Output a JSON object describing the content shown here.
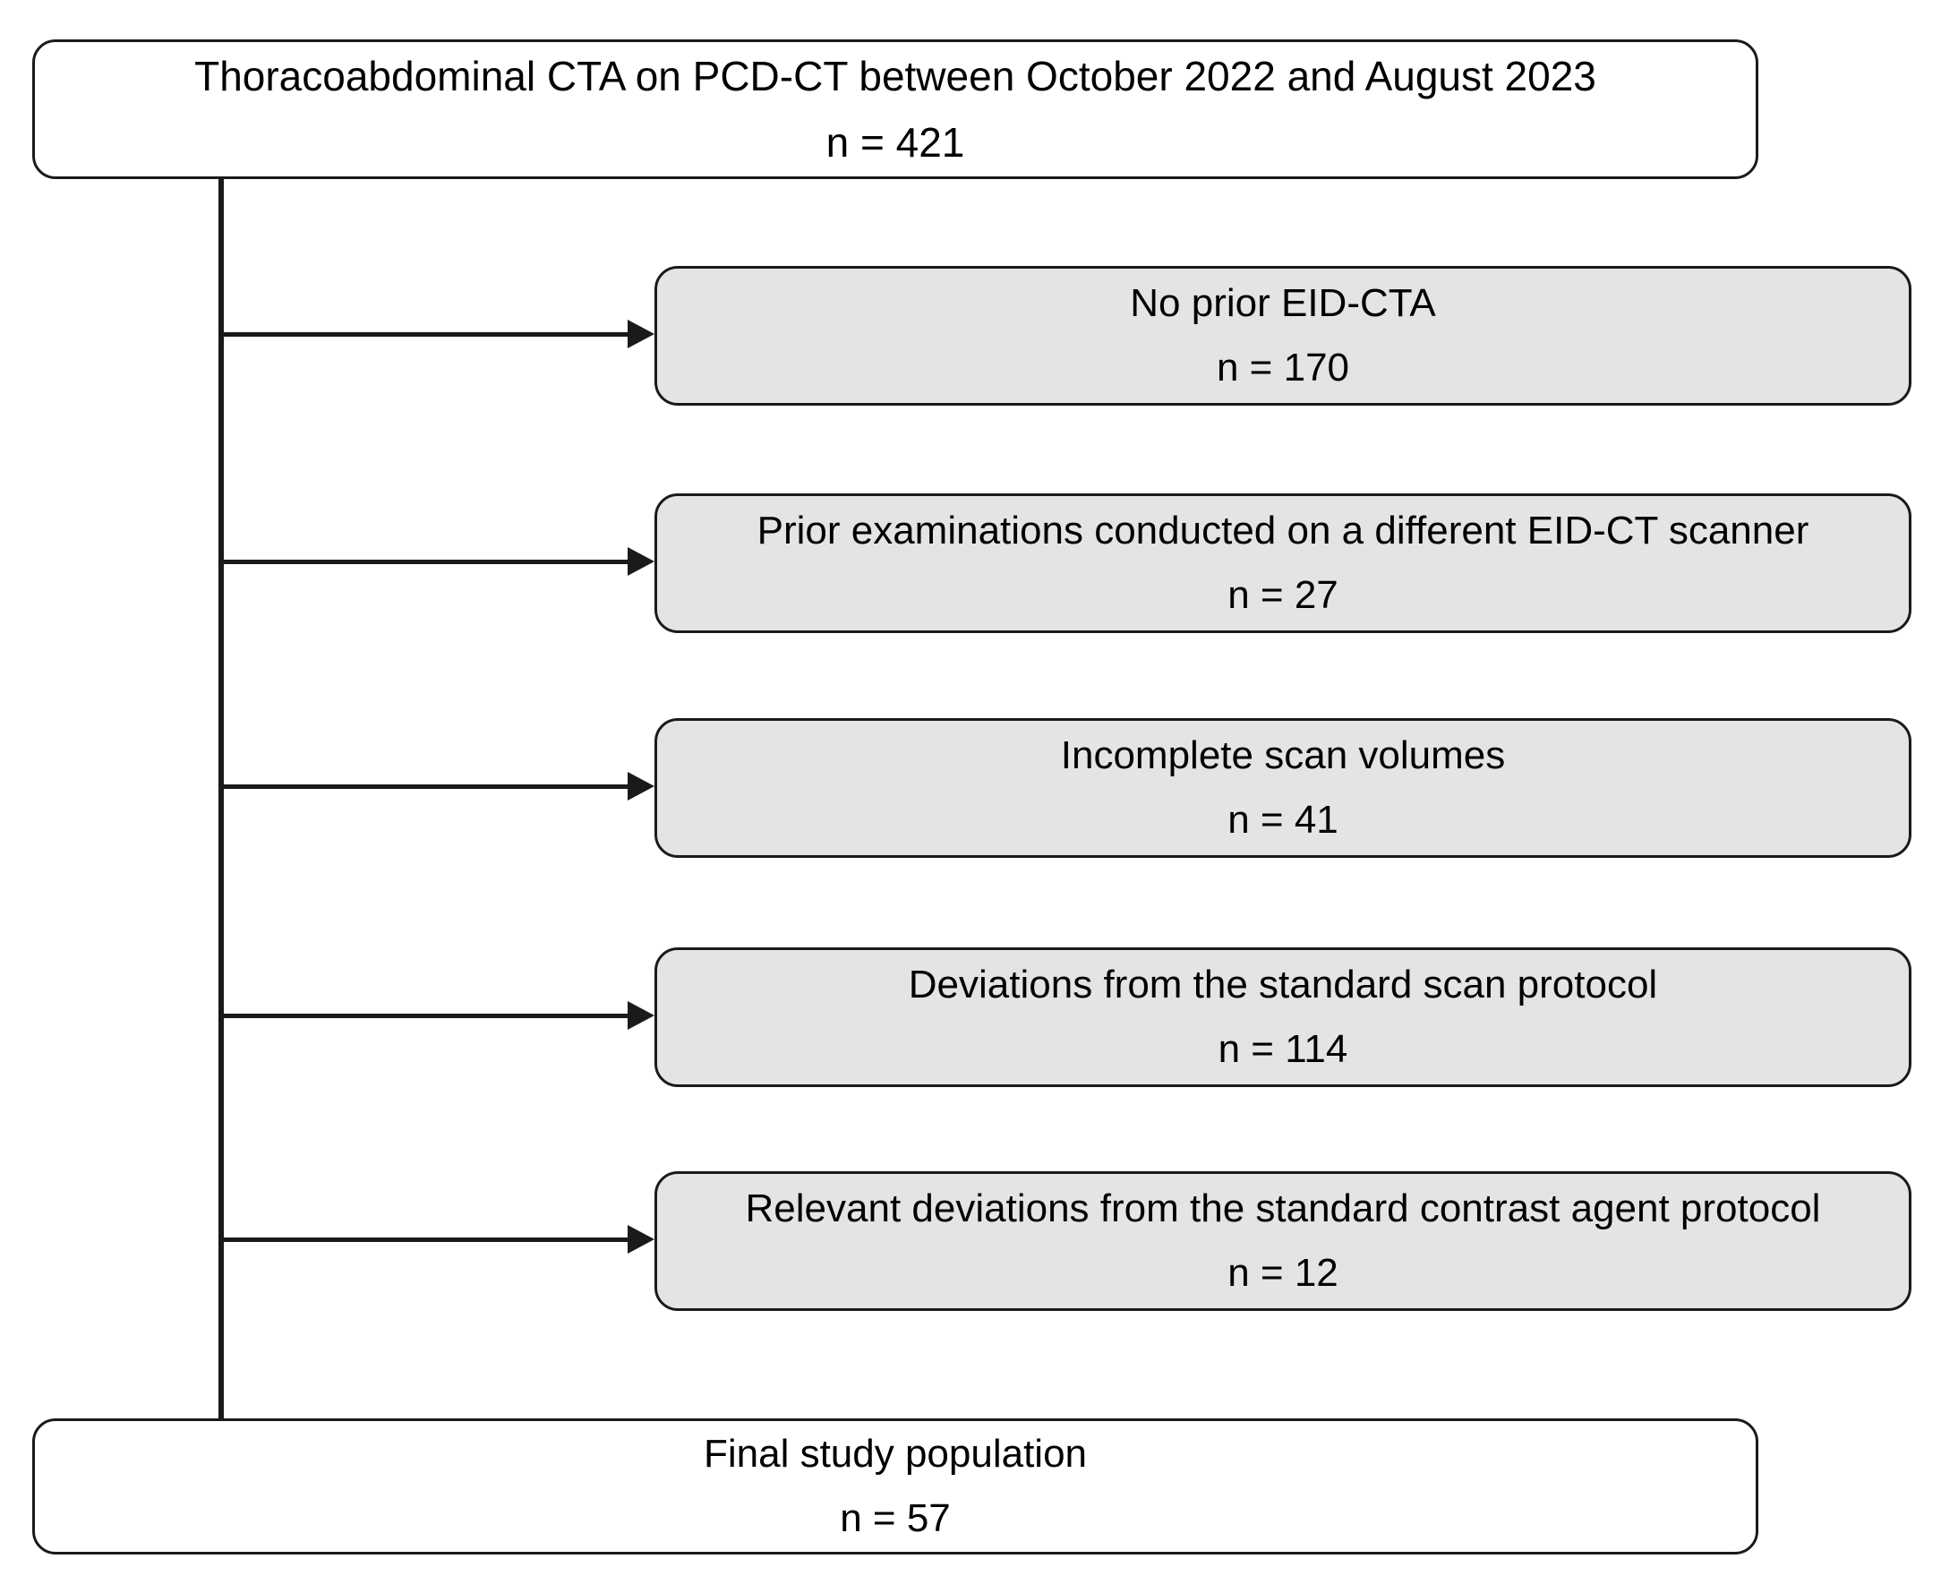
{
  "diagram": {
    "type": "flowchart",
    "title": "Study population selection flowchart",
    "colors": {
      "stroke": "#1a1a1a",
      "excluded_fill": "#e4e4e4",
      "main_fill": "#ffffff",
      "text": "#000000"
    },
    "source_node": {
      "label": "Thoracoabdominal CTA on PCD-CT between October 2022 and August 2023",
      "count": "n = 421"
    },
    "exclusions": [
      {
        "label": "No prior EID-CTA",
        "count": "n = 170"
      },
      {
        "label": "Prior examinations conducted on a different EID-CT scanner",
        "count": "n = 27"
      },
      {
        "label": "Incomplete scan volumes",
        "count": "n = 41"
      },
      {
        "label": "Deviations from the standard scan protocol",
        "count": "n = 114"
      },
      {
        "label": "Relevant deviations from the standard contrast agent protocol",
        "count": "n = 12"
      }
    ],
    "result_node": {
      "label": "Final study population",
      "count": "n = 57"
    }
  }
}
